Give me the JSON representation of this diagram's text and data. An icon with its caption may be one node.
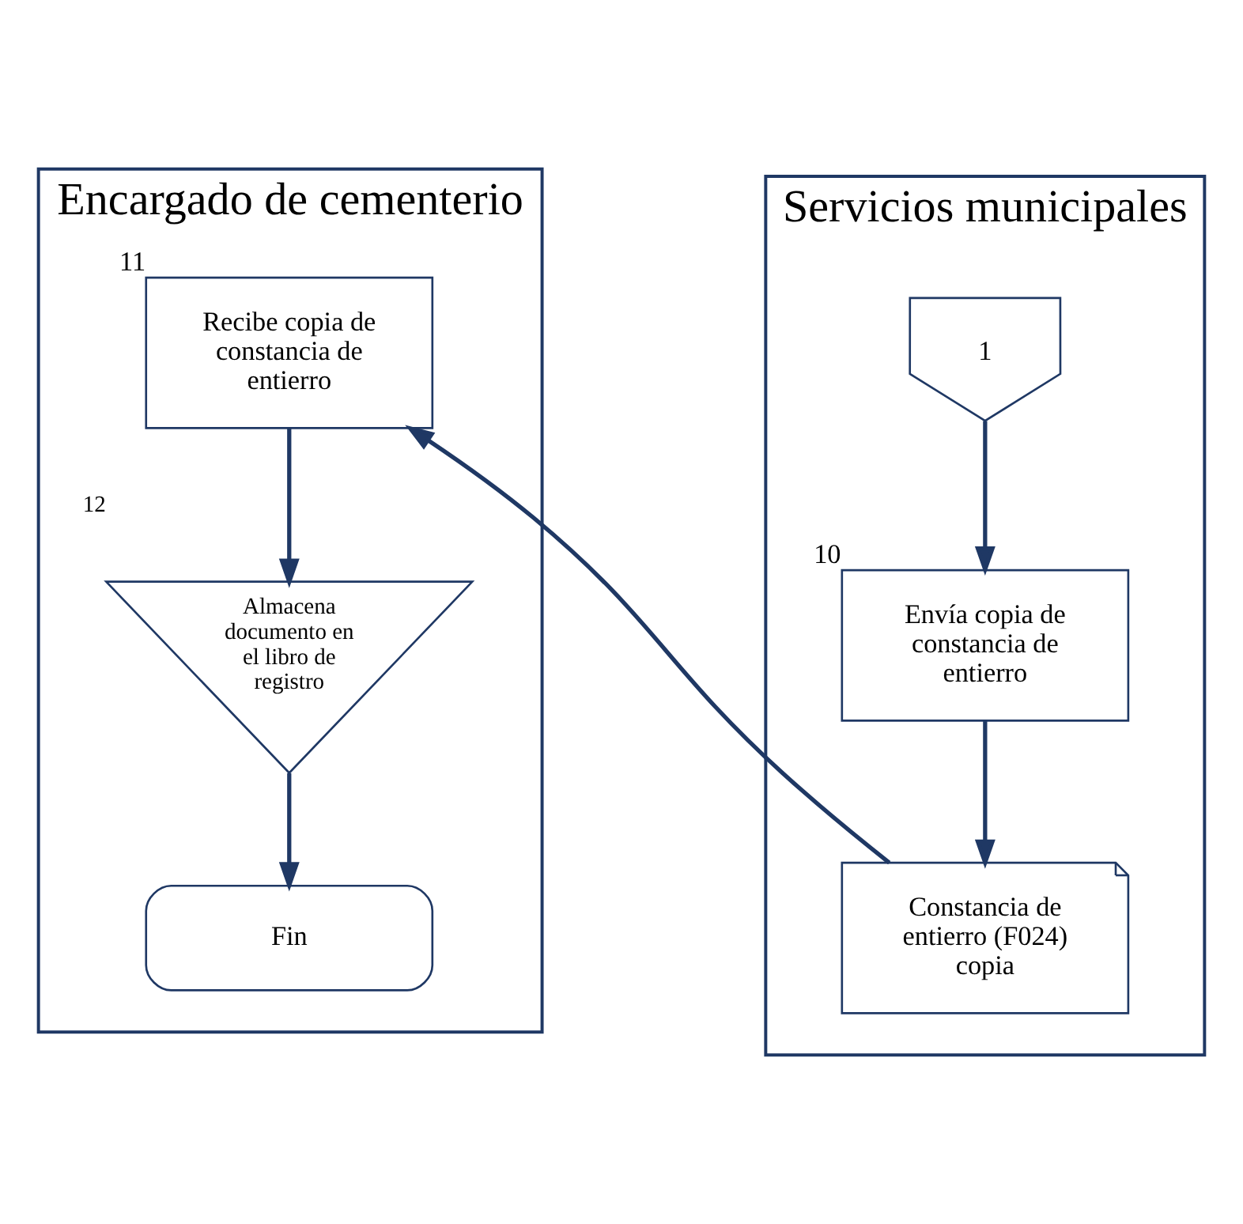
{
  "diagram": {
    "nodes": [
      {
        "text": [
          "Encargado de cementerio"
        ]
      },
      {
        "text": [
          "Servicios municipales"
        ]
      },
      {
        "text": [
          "Recibe copia de constancia de entierro"
        ],
        "beside": [
          "11"
        ],
        "in": 0
      },
      {
        "text": [
          "Almacena documento en el libro de registro"
        ],
        "beside": [
          "12"
        ],
        "in": 0
      },
      {
        "text": [
          "Fin"
        ],
        "in": 0
      },
      {
        "text": [
          "1"
        ],
        "in": 1
      },
      {
        "text": [
          "Envía copia de constancia de entierro"
        ],
        "beside": [
          "10"
        ],
        "in": 1
      },
      {
        "text": [
          "Constancia de entierro (F024) copia"
        ],
        "in": 1
      }
    ],
    "edges": [
      {
        "from": 5,
        "to": 6,
        "arrow": "to"
      },
      {
        "from": 6,
        "to": 7,
        "arrow": "to"
      },
      {
        "from": 7,
        "to": 2,
        "arrow": "to"
      },
      {
        "from": 2,
        "to": 3,
        "arrow": "to"
      },
      {
        "from": 3,
        "to": 4,
        "arrow": "to"
      }
    ]
  }
}
